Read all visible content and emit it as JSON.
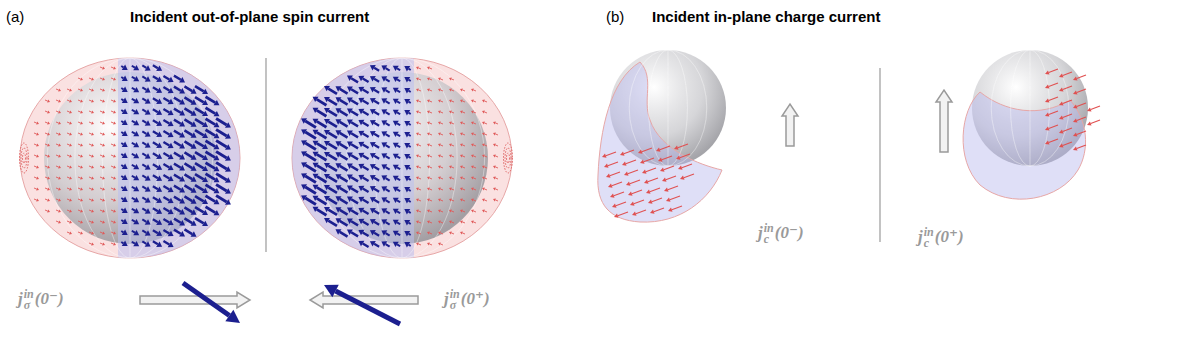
{
  "diagram": {
    "labels": [
      "(a)",
      "Incident out-of-plane spin current",
      "(b)",
      "Incident in-plane charge current",
      "jσin(0⁻)",
      "jσin(0⁺)",
      "jcin(0⁻)",
      "jcin(0⁺)"
    ]
  }
}
